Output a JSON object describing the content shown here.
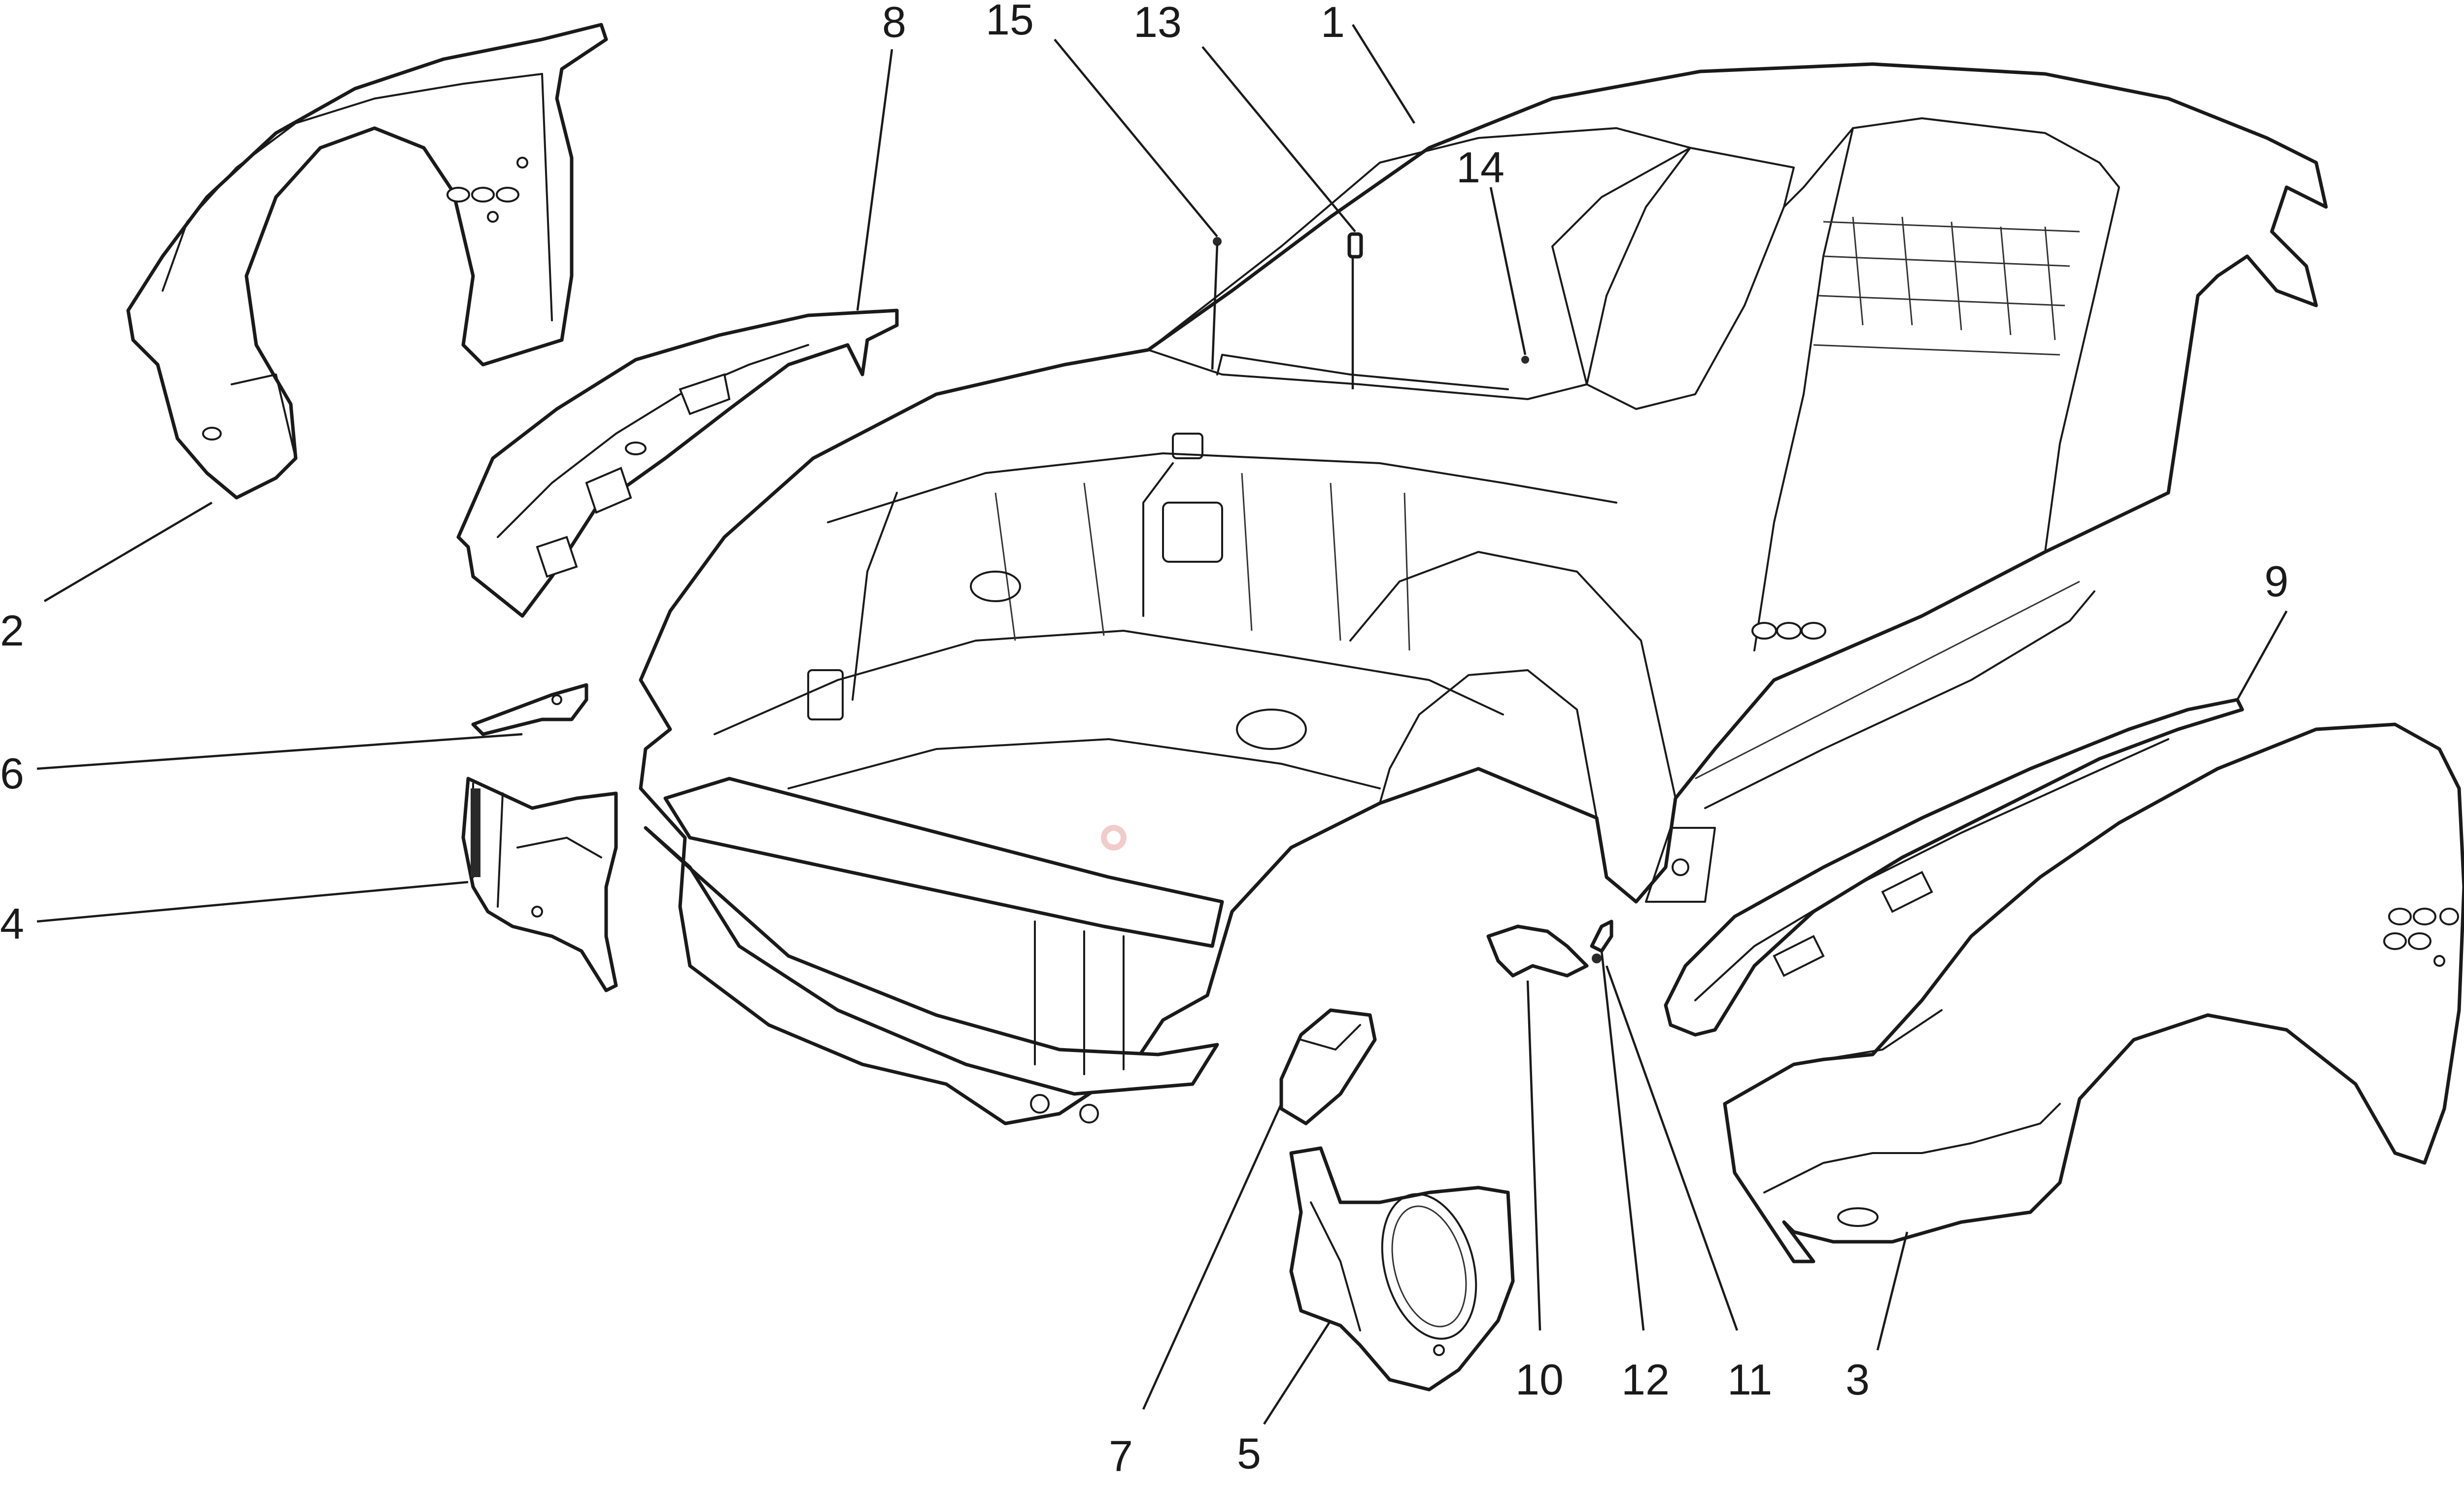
{
  "diagram": {
    "title": "Body shell and front outer panels exploded view",
    "colors": {
      "line": "#1a1a1a",
      "background": "#ffffff",
      "watermark": "#e8a0a0"
    },
    "callouts": [
      {
        "id": "1",
        "label": "1"
      },
      {
        "id": "2",
        "label": "2"
      },
      {
        "id": "3",
        "label": "3"
      },
      {
        "id": "4",
        "label": "4"
      },
      {
        "id": "5",
        "label": "5"
      },
      {
        "id": "6",
        "label": "6"
      },
      {
        "id": "7",
        "label": "7"
      },
      {
        "id": "8",
        "label": "8"
      },
      {
        "id": "9",
        "label": "9"
      },
      {
        "id": "10",
        "label": "10"
      },
      {
        "id": "11",
        "label": "11"
      },
      {
        "id": "12",
        "label": "12"
      },
      {
        "id": "13",
        "label": "13"
      },
      {
        "id": "14",
        "label": "14"
      },
      {
        "id": "15",
        "label": "15"
      }
    ]
  }
}
